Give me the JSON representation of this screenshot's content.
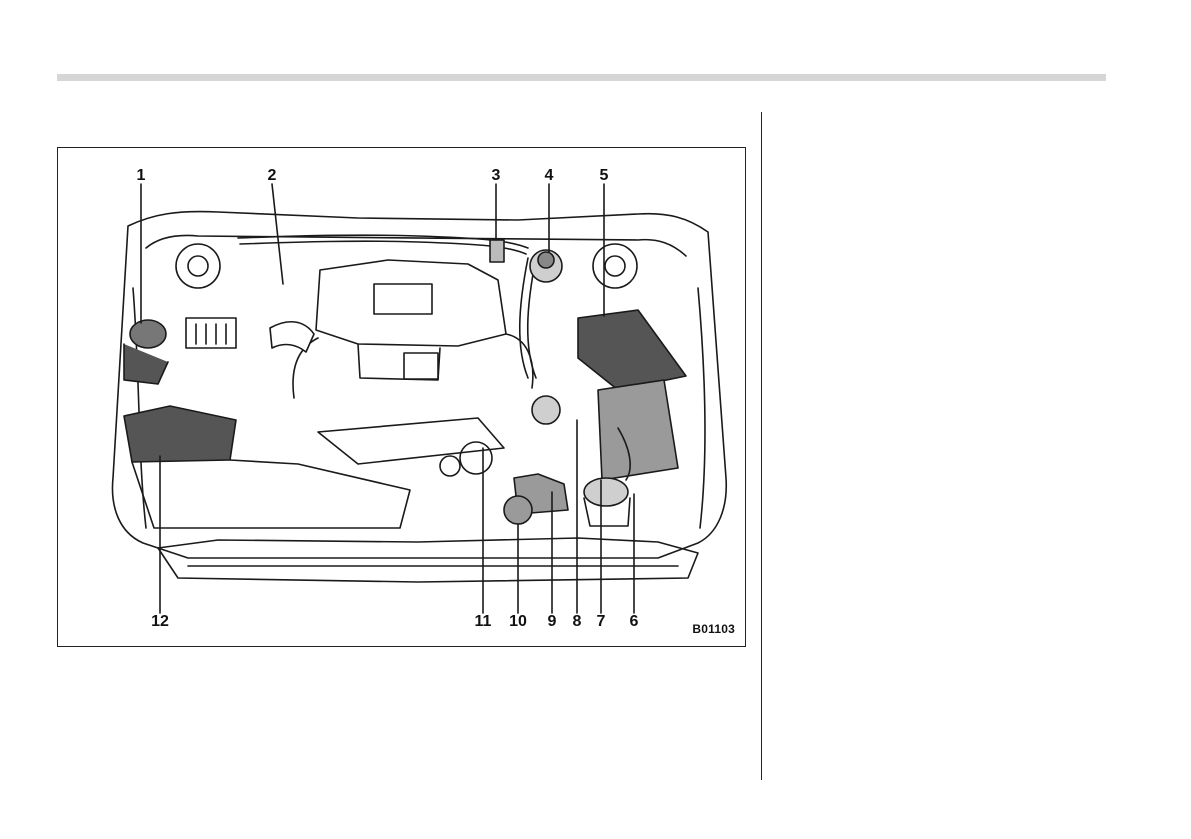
{
  "figure": {
    "code": "B01103",
    "callouts": {
      "c1": "1",
      "c2": "2",
      "c3": "3",
      "c4": "4",
      "c5": "5",
      "c6": "6",
      "c7": "7",
      "c8": "8",
      "c9": "9",
      "c10": "10",
      "c11": "11",
      "c12": "12"
    }
  },
  "colors": {
    "ink": "#1a1a1a",
    "shade_dark": "#555555",
    "shade_mid": "#9a9a9a",
    "rule": "#d6d6d6"
  }
}
